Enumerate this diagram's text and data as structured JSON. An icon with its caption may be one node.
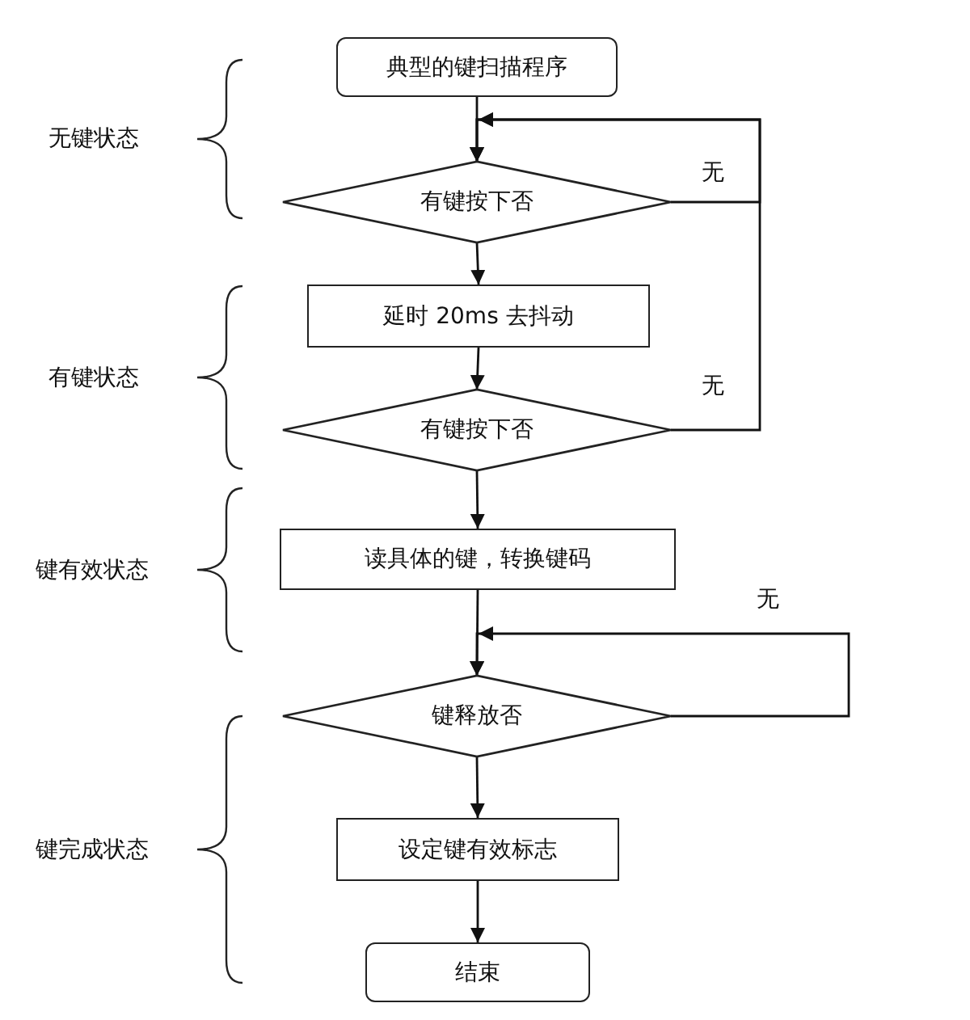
{
  "diagram": {
    "nodes": [
      {
        "text": [
          "典型的键扫描程序"
        ]
      },
      {
        "text": [
          "有键按下否"
        ]
      },
      {
        "text": [
          "延时 20ms 去抖动"
        ]
      },
      {
        "text": [
          "有键按下否"
        ]
      },
      {
        "text": [
          "读具体的键，转换键码"
        ]
      },
      {
        "text": [
          "键释放否"
        ]
      },
      {
        "text": [
          "设定键有效标志"
        ]
      },
      {
        "text": [
          "结束"
        ]
      }
    ],
    "edges": [
      {
        "from": 0,
        "to": 1,
        "arrow": "to"
      },
      {
        "from": 1,
        "to": 2,
        "arrow": "to"
      },
      {
        "from": 1,
        "to": 1,
        "arrow": "to",
        "label": "无"
      },
      {
        "from": 2,
        "to": 3,
        "arrow": "to"
      },
      {
        "from": 3,
        "to": 4,
        "arrow": "to"
      },
      {
        "from": 3,
        "to": 1,
        "arrow": "to",
        "label": "无"
      },
      {
        "from": 4,
        "to": 5,
        "arrow": "to"
      },
      {
        "from": 5,
        "to": 5,
        "arrow": "to",
        "label": "无"
      },
      {
        "from": 5,
        "to": 6,
        "arrow": "to"
      },
      {
        "from": 6,
        "to": 7,
        "arrow": "to"
      }
    ],
    "labels": [
      "无键状态",
      "有键状态",
      "键有效状态",
      "键完成状态"
    ]
  }
}
